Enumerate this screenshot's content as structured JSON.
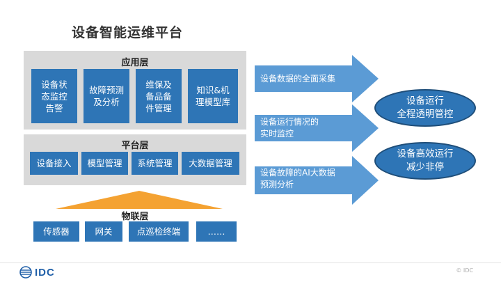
{
  "title": "设备智能运维平台",
  "layers": {
    "app": {
      "label": "应用层",
      "items": [
        "设备状\n态监控\n告警",
        "故障预测\n及分析",
        "维保及\n备品备\n件管理",
        "知识&机\n理模型库"
      ]
    },
    "platform": {
      "label": "平台层",
      "items": [
        "设备接入",
        "模型管理",
        "系统管理",
        "大数据管理"
      ]
    },
    "iot": {
      "label": "物联层",
      "items": [
        "传感器",
        "网关",
        "点巡检终端",
        "……"
      ]
    }
  },
  "arrows": [
    "设备数据的全面采集",
    "设备运行情况的\n实时监控",
    "设备故障的AI大数据\n预测分析"
  ],
  "outcomes": [
    "设备运行\n全程透明管控",
    "设备高效运行\n减少非停"
  ],
  "footer": {
    "logo": "IDC",
    "copyright": "© IDC"
  },
  "colors": {
    "box": "#2e75b6",
    "arrow": "#5b9bd5",
    "panel": "#d9d9d9",
    "triangle": "#f4a232"
  }
}
